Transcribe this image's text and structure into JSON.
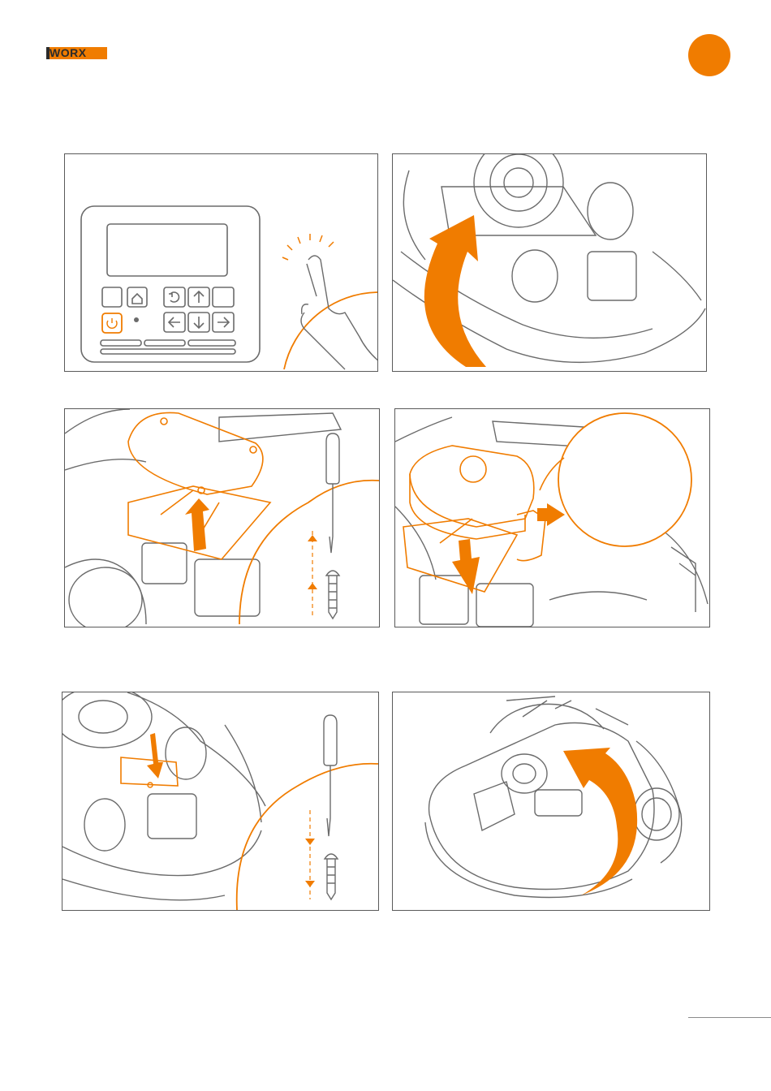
{
  "brand": {
    "logo_text": "WORX"
  },
  "colors": {
    "accent": "#f07c00",
    "line": "#6b6b6b",
    "panel_border": "#5a5a5a"
  },
  "figures": [
    {
      "id": "fig-1",
      "icons": [
        "control-panel-icon",
        "power-button-icon",
        "home-button-icon",
        "back-button-icon",
        "arrow-up-button-icon",
        "arrow-left-button-icon",
        "arrow-down-button-icon",
        "arrow-right-button-icon",
        "finger-press-icon"
      ]
    },
    {
      "id": "fig-2",
      "icons": [
        "mower-underside-icon",
        "flip-arrow-icon"
      ]
    },
    {
      "id": "fig-3",
      "icons": [
        "cover-plate-icon",
        "lift-arrow-icon",
        "screwdriver-icon",
        "screw-icon"
      ]
    },
    {
      "id": "fig-4",
      "icons": [
        "module-box-icon",
        "insert-arrow-icon",
        "connector-callout-icon"
      ]
    },
    {
      "id": "fig-5",
      "icons": [
        "mower-underside-icon",
        "down-arrow-icon",
        "screwdriver-icon",
        "screw-icon"
      ]
    },
    {
      "id": "fig-6",
      "icons": [
        "mower-top-icon",
        "flip-arrow-icon"
      ]
    }
  ]
}
